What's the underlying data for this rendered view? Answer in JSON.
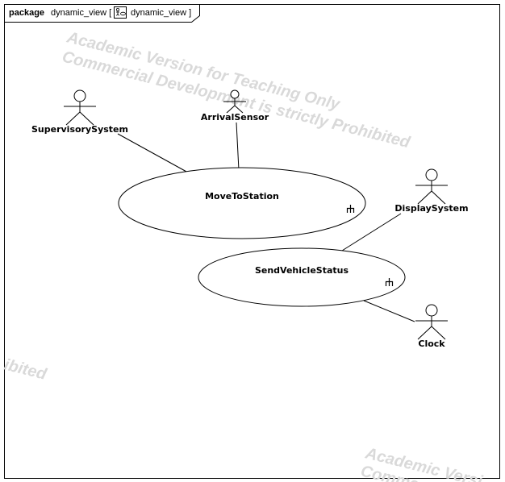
{
  "frame": {
    "keyword": "package",
    "name": "dynamic_view [",
    "diagram_name": "dynamic_view ]",
    "diagram_icon": "use-case-diagram-icon"
  },
  "watermark": {
    "line1": "Academic Version for Teaching Only",
    "line2": "Commercial Development is strictly Prohibited",
    "left_fragment": "ibited",
    "bottom_line1": "Academic Versi",
    "bottom_line2": "Commercial D"
  },
  "actors": [
    {
      "id": "supervisory",
      "name": "SupervisorySystem"
    },
    {
      "id": "arrival",
      "name": "ArrivalSensor"
    },
    {
      "id": "display",
      "name": "DisplaySystem"
    },
    {
      "id": "clock",
      "name": "Clock"
    }
  ],
  "use_cases": [
    {
      "id": "move",
      "name": "MoveToStation",
      "icon": "rake-icon"
    },
    {
      "id": "send",
      "name": "SendVehicleStatus",
      "icon": "rake-icon"
    }
  ],
  "associations": [
    {
      "from": "SupervisorySystem",
      "to": "MoveToStation"
    },
    {
      "from": "ArrivalSensor",
      "to": "MoveToStation"
    },
    {
      "from": "DisplaySystem",
      "to": "SendVehicleStatus"
    },
    {
      "from": "Clock",
      "to": "SendVehicleStatus"
    }
  ]
}
